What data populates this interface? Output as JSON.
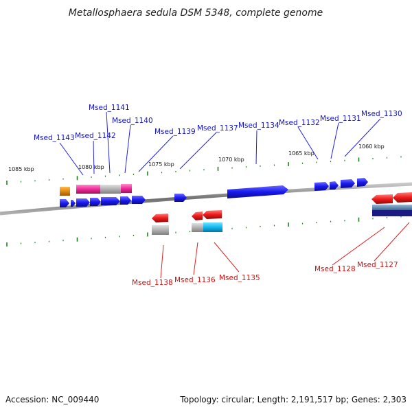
{
  "title": "Metallosphaera sedula DSM 5348, complete genome",
  "accession": "Accession: NC_009440",
  "topology": "Topology: circular; Length: 2,191,517 bp; Genes: 2,303",
  "colors": {
    "forward": "#1a1aee",
    "reverse": "#ee1a1a",
    "pink": "#ee2a9a",
    "gray": "#b0b0b0",
    "orange": "#e08a10",
    "cyan": "#10b8ee",
    "navy": "#1a1a80",
    "steel": "#5a86b0",
    "tick": "#208020",
    "backbone": "#808080"
  },
  "scale_labels": [
    "1085 kbp",
    "1080 kbp",
    "1075 kbp",
    "1070 kbp",
    "1065 kbp",
    "1060 kbp"
  ],
  "top_labels": [
    "Msed_1143",
    "Msed_1142",
    "Msed_1141",
    "Msed_1140",
    "Msed_1139",
    "Msed_1137",
    "Msed_1134",
    "Msed_1132",
    "Msed_1131",
    "Msed_1130"
  ],
  "bottom_labels": [
    "Msed_1138",
    "Msed_1136",
    "Msed_1135",
    "Msed_1128",
    "Msed_1127"
  ]
}
